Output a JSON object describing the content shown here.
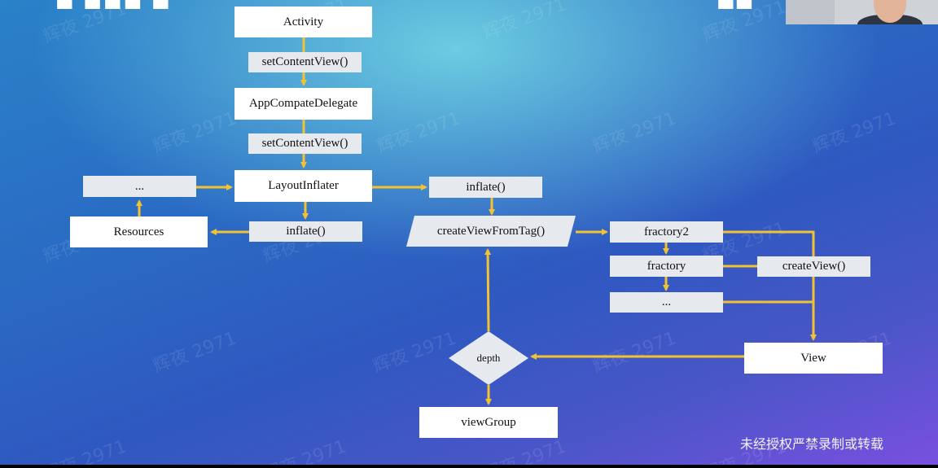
{
  "nodes": {
    "activity": "Activity",
    "set_content_view_1": "setContentView()",
    "app_compat_delegate": "AppCompateDelegate",
    "set_content_view_2": "setContentView()",
    "layout_inflater": "LayoutInflater",
    "ellipsis_left": "...",
    "resources": "Resources",
    "inflate_left": "inflate()",
    "inflate_right": "inflate()",
    "create_view_from_tag": "createViewFromTag()",
    "fractory2": "fractory2",
    "fractory": "fractory",
    "ellipsis_right": "...",
    "create_view": "createView()",
    "view": "View",
    "depth": "depth",
    "view_group": "viewGroup"
  },
  "watermark": "辉夜 2971",
  "notice": "未经授权严禁录制或转载",
  "colors": {
    "arrow": "#f2c230",
    "box_white": "#ffffff",
    "box_gray": "#e6e9ee"
  }
}
